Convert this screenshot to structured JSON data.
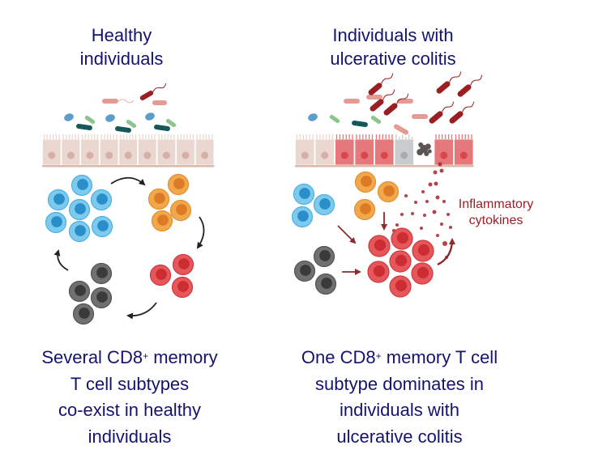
{
  "panels": {
    "healthy": {
      "title_lines": [
        "Healthy",
        "individuals"
      ],
      "caption": {
        "line1_pre": "Several CD8",
        "line1_sup": "+",
        "line1_post": " memory",
        "line2": "T cell subtypes",
        "line3": "co-exist in healthy",
        "line4": "individuals"
      },
      "epithelium": [
        "normal",
        "normal",
        "normal",
        "normal",
        "normal",
        "normal",
        "normal",
        "normal",
        "normal"
      ],
      "cell_clusters": [
        "blue",
        "orange",
        "red",
        "grey"
      ]
    },
    "colitis": {
      "title_lines": [
        "Individuals with",
        "ulcerative colitis"
      ],
      "caption": {
        "line1_pre": "One CD8",
        "line1_sup": "+",
        "line1_post": " memory T cell",
        "line2": "subtype dominates in",
        "line3": "individuals with",
        "line4": "ulcerative colitis"
      },
      "annotation_lines": [
        "Inflammatory",
        "cytokines"
      ],
      "epithelium": [
        "normal",
        "normal",
        "inflamed",
        "inflamed",
        "inflamed",
        "damaged",
        "dead",
        "inflamed",
        "inflamed"
      ],
      "cell_clusters": [
        "blue",
        "orange",
        "grey",
        "red-dominant"
      ]
    }
  },
  "colors": {
    "text": "#14136e",
    "annotation": "#a01e24",
    "cell_blue": "#6fc3ea",
    "cell_orange": "#eda041",
    "cell_red": "#e0474c",
    "cell_grey": "#6a6a6a",
    "epithelium_normal": "#ead7cf",
    "epithelium_inflamed": "#e5787a",
    "epithelium_damaged": "#c9cbcd",
    "bacteria_pathogen": "#9a1f22"
  }
}
